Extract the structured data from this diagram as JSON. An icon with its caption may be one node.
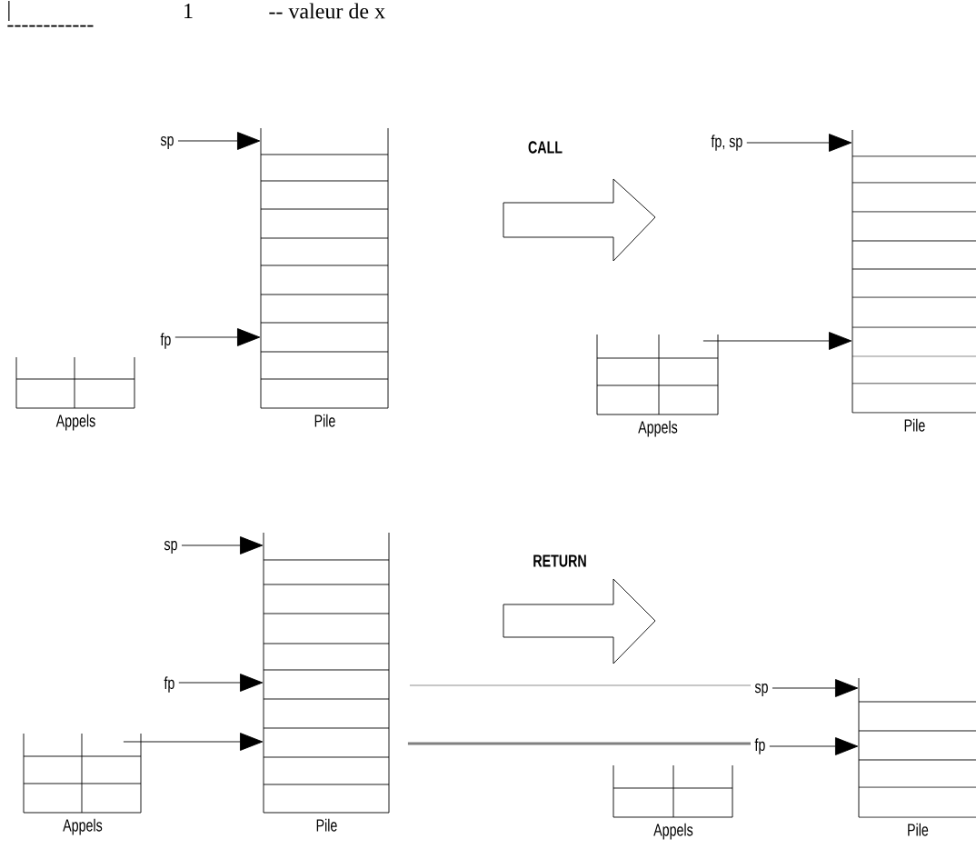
{
  "diagram": {
    "nodes": [
      {
        "text": [
          "sp"
        ]
      },
      {
        "text": [
          "Pile"
        ]
      },
      {
        "text": [
          "fp"
        ]
      },
      {
        "text": [
          "Appels"
        ]
      },
      {
        "text": [
          "fp, sp"
        ]
      },
      {
        "text": [
          "Pile"
        ]
      },
      {
        "text": [
          "Appels"
        ]
      },
      {
        "text": [
          "sp"
        ]
      },
      {
        "text": [
          "Pile"
        ]
      },
      {
        "text": [
          "fp"
        ]
      },
      {
        "text": [
          "Appels"
        ]
      },
      {
        "text": [
          "sp"
        ]
      },
      {
        "text": [
          "Pile"
        ]
      },
      {
        "text": [
          "fp"
        ]
      },
      {
        "text": [
          "Appels"
        ]
      }
    ],
    "edges": [
      {
        "from": 0,
        "to": 1,
        "arrow": "to"
      },
      {
        "from": 2,
        "to": 1,
        "arrow": "to"
      },
      {
        "from": 4,
        "to": 5,
        "arrow": "to"
      },
      {
        "from": 6,
        "to": 5,
        "arrow": "to"
      },
      {
        "from": 7,
        "to": 8,
        "arrow": "to"
      },
      {
        "from": 9,
        "to": 8,
        "arrow": "to"
      },
      {
        "from": 10,
        "to": 8,
        "arrow": "to"
      },
      {
        "from": 8,
        "to": 11,
        "arrow": "none",
        "color": "#808080"
      },
      {
        "from": 8,
        "to": 13,
        "arrow": "none",
        "color": "#808080",
        "style": "thick"
      },
      {
        "from": 11,
        "to": 12,
        "arrow": "to"
      },
      {
        "from": 13,
        "to": 12,
        "arrow": "to"
      }
    ],
    "labels": [
      "|",
      "1",
      "-- valeur de x",
      "------------",
      "CALL",
      "RETURN"
    ]
  }
}
